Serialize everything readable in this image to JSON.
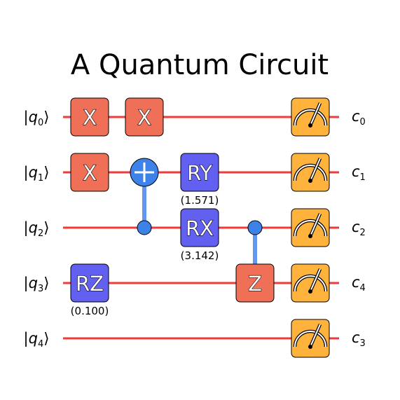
{
  "title": "A Quantum Circuit",
  "colors": {
    "wire": "#ef3b3b",
    "pauli_gate": "#f07057",
    "rotation_gate": "#6160f0",
    "measure": "#ffb33c",
    "control": "#3d82e8",
    "control_line": "#6197ee"
  },
  "qubits": [
    {
      "label": "q",
      "index": "0"
    },
    {
      "label": "q",
      "index": "1"
    },
    {
      "label": "q",
      "index": "2"
    },
    {
      "label": "q",
      "index": "3"
    },
    {
      "label": "q",
      "index": "4"
    }
  ],
  "classical": [
    {
      "label": "c",
      "index": "0"
    },
    {
      "label": "c",
      "index": "1"
    },
    {
      "label": "c",
      "index": "2"
    },
    {
      "label": "c",
      "index": "4"
    },
    {
      "label": "c",
      "index": "3"
    }
  ],
  "gates": [
    {
      "name": "x-gate-q0-a",
      "label": "X",
      "kind": "pauli",
      "qubit": 0,
      "column": 0,
      "param": ""
    },
    {
      "name": "x-gate-q0-b",
      "label": "X",
      "kind": "pauli",
      "qubit": 0,
      "column": 1,
      "param": ""
    },
    {
      "name": "x-gate-q1",
      "label": "X",
      "kind": "pauli",
      "qubit": 1,
      "column": 0,
      "param": ""
    },
    {
      "name": "ry-gate-q1",
      "label": "RY",
      "kind": "rotation",
      "qubit": 1,
      "column": 2,
      "param": "(1.571)"
    },
    {
      "name": "rx-gate-q2",
      "label": "RX",
      "kind": "rotation",
      "qubit": 2,
      "column": 2,
      "param": "(3.142)"
    },
    {
      "name": "rz-gate-q3",
      "label": "RZ",
      "kind": "rotation",
      "qubit": 3,
      "column": 0,
      "param": "(0.100)"
    },
    {
      "name": "z-gate-q3",
      "label": "Z",
      "kind": "pauli",
      "qubit": 3,
      "column": 3,
      "param": ""
    }
  ],
  "controlled": [
    {
      "name": "cnot-q2-q1",
      "type": "cnot",
      "control": 2,
      "target": 1,
      "column": 1
    },
    {
      "name": "cz-q2-q3",
      "type": "cz",
      "control": 2,
      "target": 3,
      "column": 3
    }
  ],
  "measurements": [
    {
      "qubit": 0,
      "column": 4
    },
    {
      "qubit": 1,
      "column": 4
    },
    {
      "qubit": 2,
      "column": 4
    },
    {
      "qubit": 3,
      "column": 4
    },
    {
      "qubit": 4,
      "column": 4
    }
  ]
}
